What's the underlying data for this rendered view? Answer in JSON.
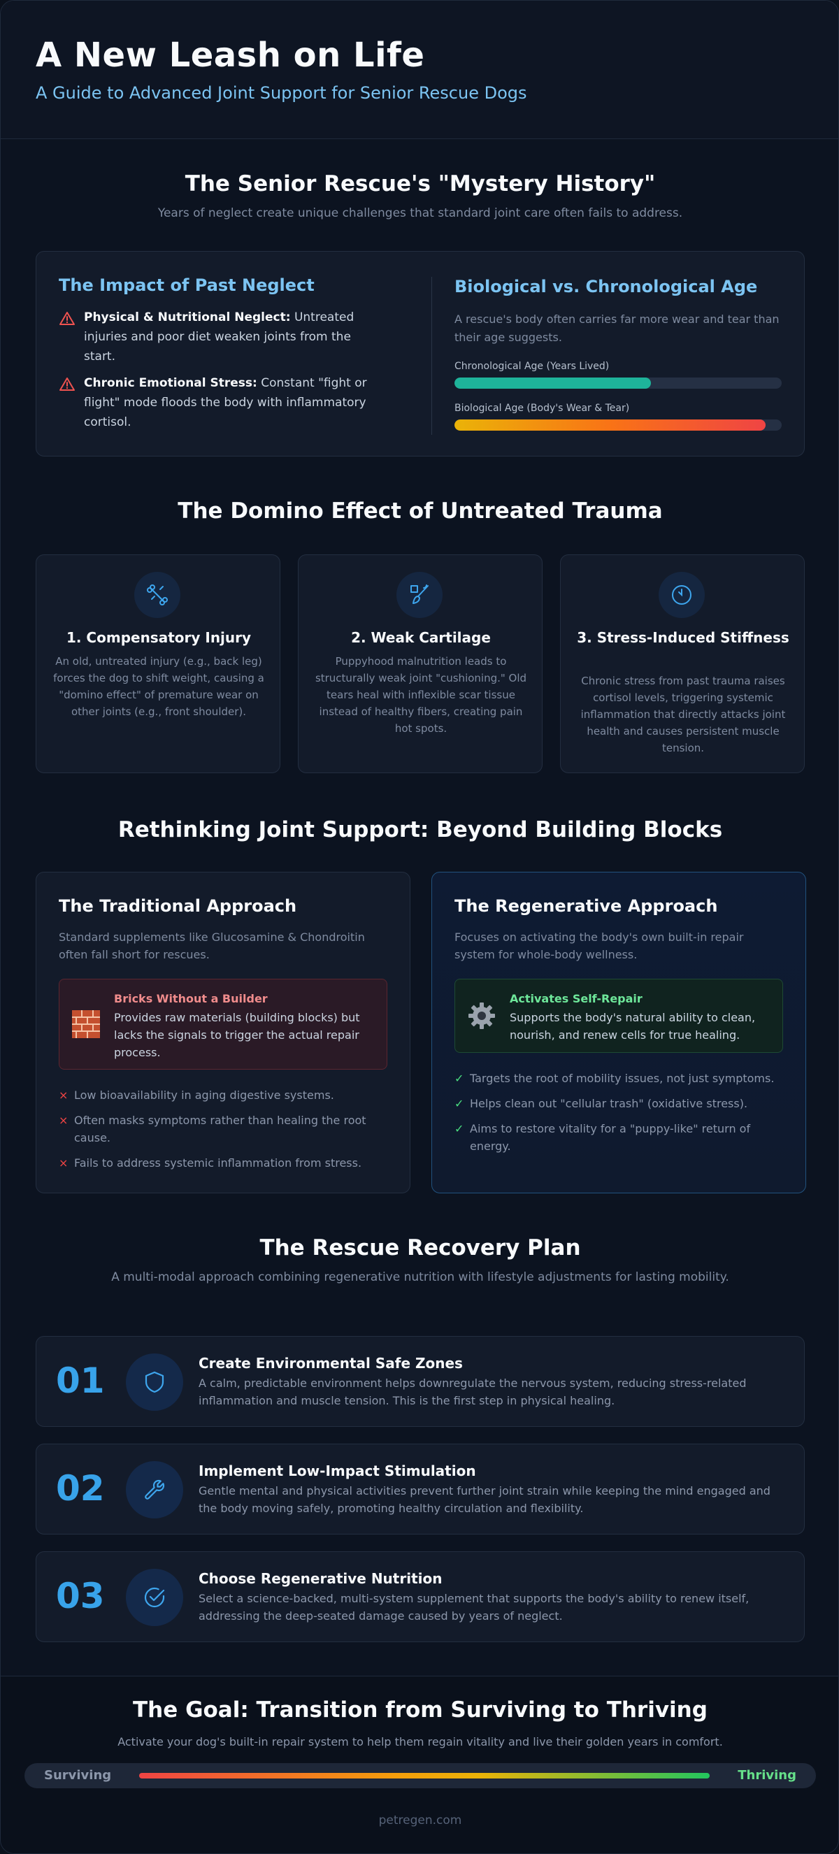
{
  "header": {
    "title": "A New Leash on Life",
    "subtitle": "A Guide to Advanced Joint Support for Senior Rescue Dogs"
  },
  "history": {
    "title": "The Senior Rescue's \"Mystery History\"",
    "subtitle": "Years of neglect create unique challenges that standard joint care often fails to address.",
    "impact": {
      "title": "The Impact of Past Neglect",
      "items": [
        {
          "bold": "Physical & Nutritional Neglect:",
          "text": " Untreated injuries and poor diet weaken joints from the start."
        },
        {
          "bold": "Chronic Emotional Stress:",
          "text": " Constant \"fight or flight\" mode floods the body with inflammatory cortisol."
        }
      ]
    },
    "age": {
      "title": "Biological vs. Chronological Age",
      "description": "A rescue's body often carries far more wear and tear than their age suggests.",
      "bars": [
        {
          "label": "Chronological Age (Years Lived)",
          "fill": 0.6
        },
        {
          "label": "Biological Age (Body's Wear & Tear)",
          "fill": 0.95
        }
      ]
    }
  },
  "domino": {
    "title": "The Domino Effect of Untreated Trauma",
    "cards": [
      {
        "icon": "bone-icon",
        "title": "1. Compensatory Injury",
        "text": "An old, untreated injury (e.g., back leg) forces the dog to shift weight, causing a \"domino effect\" of premature wear on other joints (e.g., front shoulder)."
      },
      {
        "icon": "brush-icon",
        "title": "2. Weak Cartilage",
        "text": "Puppyhood malnutrition leads to structurally weak joint \"cushioning.\" Old tears heal with inflexible scar tissue instead of healthy fibers, creating pain hot spots."
      },
      {
        "icon": "clock-icon",
        "title": "3. Stress-Induced Stiffness",
        "text": "Chronic stress from past trauma raises cortisol levels, triggering systemic inflammation that directly attacks joint health and causes persistent muscle tension."
      }
    ]
  },
  "rethink": {
    "title": "Rethinking Joint Support: Beyond Building Blocks",
    "traditional": {
      "title": "The Traditional Approach",
      "description": "Standard supplements like Glucosamine & Chondroitin often fall short for rescues.",
      "callout_title": "Bricks Without a Builder",
      "callout_text": "Provides raw materials (building blocks) but lacks the signals to trigger the actual repair process.",
      "callout_icon": "bricks-icon",
      "points": [
        "Low bioavailability in aging digestive systems.",
        "Often masks symptoms rather than healing the root cause.",
        "Fails to address systemic inflammation from stress."
      ]
    },
    "regenerative": {
      "title": "The Regenerative Approach",
      "description": "Focuses on activating the body's own built-in repair system for whole-body wellness.",
      "callout_title": "Activates Self-Repair",
      "callout_text": "Supports the body's natural ability to clean, nourish, and renew cells for true healing.",
      "callout_icon": "gear-icon",
      "points": [
        "Targets the root of mobility issues, not just symptoms.",
        "Helps clean out \"cellular trash\" (oxidative stress).",
        "Aims to restore vitality for a \"puppy-like\" return of energy."
      ]
    }
  },
  "plan": {
    "title": "The Rescue Recovery Plan",
    "subtitle": "A multi-modal approach combining regenerative nutrition with lifestyle adjustments for lasting mobility.",
    "steps": [
      {
        "num": "01",
        "icon": "shield-icon",
        "title": "Create Environmental Safe Zones",
        "text": "A calm, predictable environment helps downregulate the nervous system, reducing stress-related inflammation and muscle tension. This is the first step in physical healing."
      },
      {
        "num": "02",
        "icon": "wrench-icon",
        "title": "Implement Low-Impact Stimulation",
        "text": "Gentle mental and physical activities prevent further joint strain while keeping the mind engaged and the body moving safely, promoting healthy circulation and flexibility."
      },
      {
        "num": "03",
        "icon": "check-circle-icon",
        "title": "Choose Regenerative Nutrition",
        "text": "Select a science-backed, multi-system supplement that supports the body's ability to renew itself, addressing the deep-seated damage caused by years of neglect."
      }
    ]
  },
  "goal": {
    "title": "The Goal: Transition from Surviving to Thriving",
    "subtitle": "Activate your dog's built-in repair system to help them regain vitality and live their golden years in comfort.",
    "left_label": "Surviving",
    "right_label": "Thriving",
    "footer": "petregen.com"
  },
  "colors": {
    "accent_blue": "#38a3ea",
    "warn_red": "#ef4444",
    "success_green": "#4ade80",
    "teal": "#1eb39a"
  }
}
